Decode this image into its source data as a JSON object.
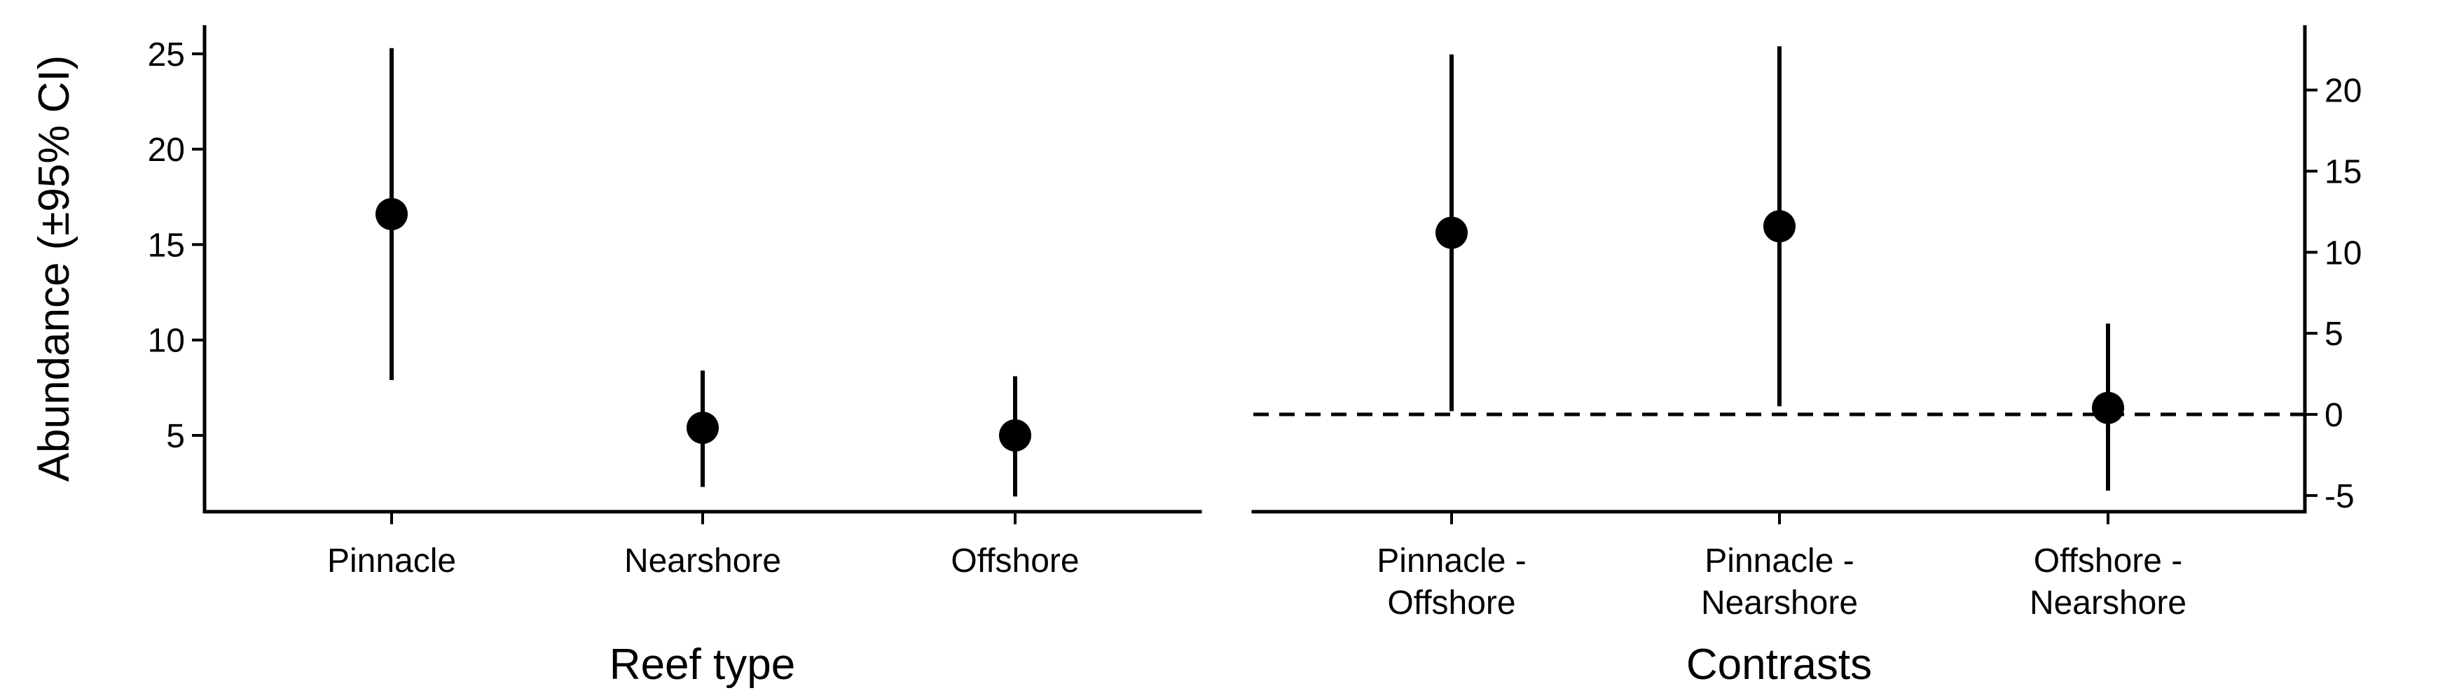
{
  "chart_data": [
    {
      "type": "scatter",
      "title": "",
      "xlabel": "Reef type",
      "ylabel": "Abundance (±95% CI)",
      "ylim": [
        1.0,
        26.5
      ],
      "yticks": [
        5,
        10,
        15,
        20,
        25
      ],
      "ytick_labels": [
        "5",
        "10",
        "15",
        "20",
        "25"
      ],
      "y_axis_side": "left",
      "categories": [
        [
          "Pinnacle"
        ],
        [
          "Nearshore"
        ],
        [
          "Offshore"
        ]
      ],
      "points": [
        {
          "estimate": 16.6,
          "lower": 7.9,
          "upper": 25.3
        },
        {
          "estimate": 5.4,
          "lower": 2.3,
          "upper": 8.4
        },
        {
          "estimate": 5.0,
          "lower": 1.8,
          "upper": 8.1
        }
      ],
      "grid": false
    },
    {
      "type": "scatter",
      "title": "",
      "xlabel": "Contrasts",
      "ylabel": "",
      "ylim": [
        -6.0,
        24.0
      ],
      "yticks": [
        -5,
        0,
        5,
        10,
        15,
        20
      ],
      "ytick_labels": [
        "-5",
        "0",
        "5",
        "10",
        "15",
        "20"
      ],
      "y_axis_side": "right",
      "reference_line": 0,
      "categories": [
        [
          "Pinnacle -",
          "Offshore"
        ],
        [
          "Pinnacle -",
          "Nearshore"
        ],
        [
          "Offshore -",
          "Nearshore"
        ]
      ],
      "points": [
        {
          "estimate": 11.2,
          "lower": 0.2,
          "upper": 22.2
        },
        {
          "estimate": 11.6,
          "lower": 0.5,
          "upper": 22.7
        },
        {
          "estimate": 0.4,
          "lower": -4.7,
          "upper": 5.6
        }
      ],
      "grid": false
    }
  ]
}
